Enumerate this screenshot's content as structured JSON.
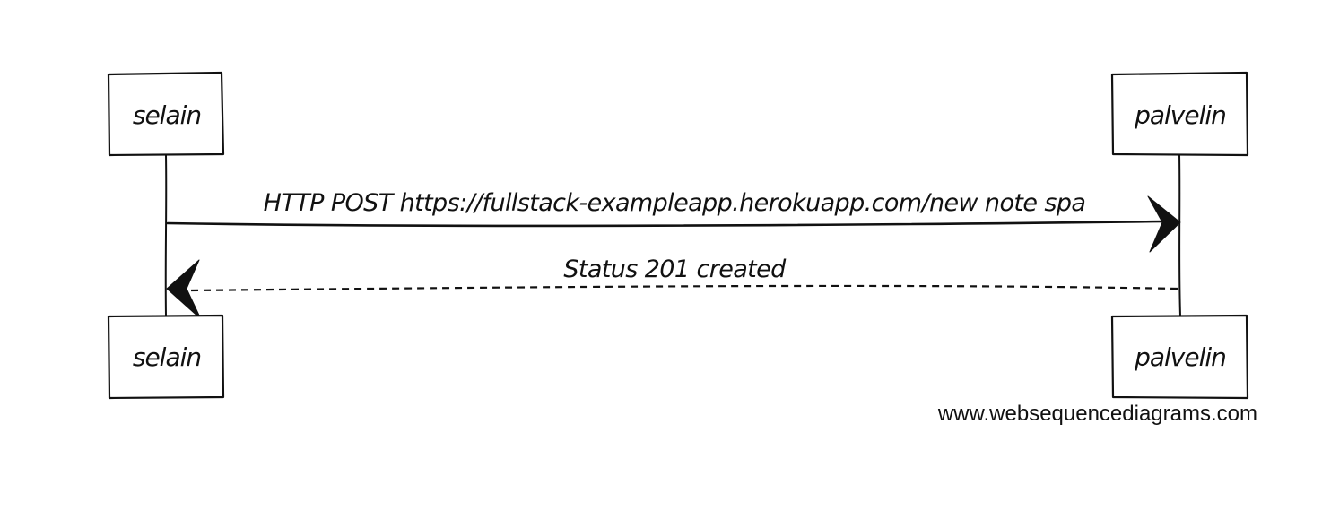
{
  "diagram": {
    "type": "sequence",
    "participants": [
      {
        "id": "selain",
        "label": "selain"
      },
      {
        "id": "palvelin",
        "label": "palvelin"
      }
    ],
    "messages": [
      {
        "from": "selain",
        "to": "palvelin",
        "label": "HTTP POST https://fullstack-exampleapp.herokuapp.com/new note spa",
        "style": "solid"
      },
      {
        "from": "palvelin",
        "to": "selain",
        "label": "Status 201 created",
        "style": "dashed"
      }
    ],
    "watermark": "www.websequencediagrams.com"
  }
}
